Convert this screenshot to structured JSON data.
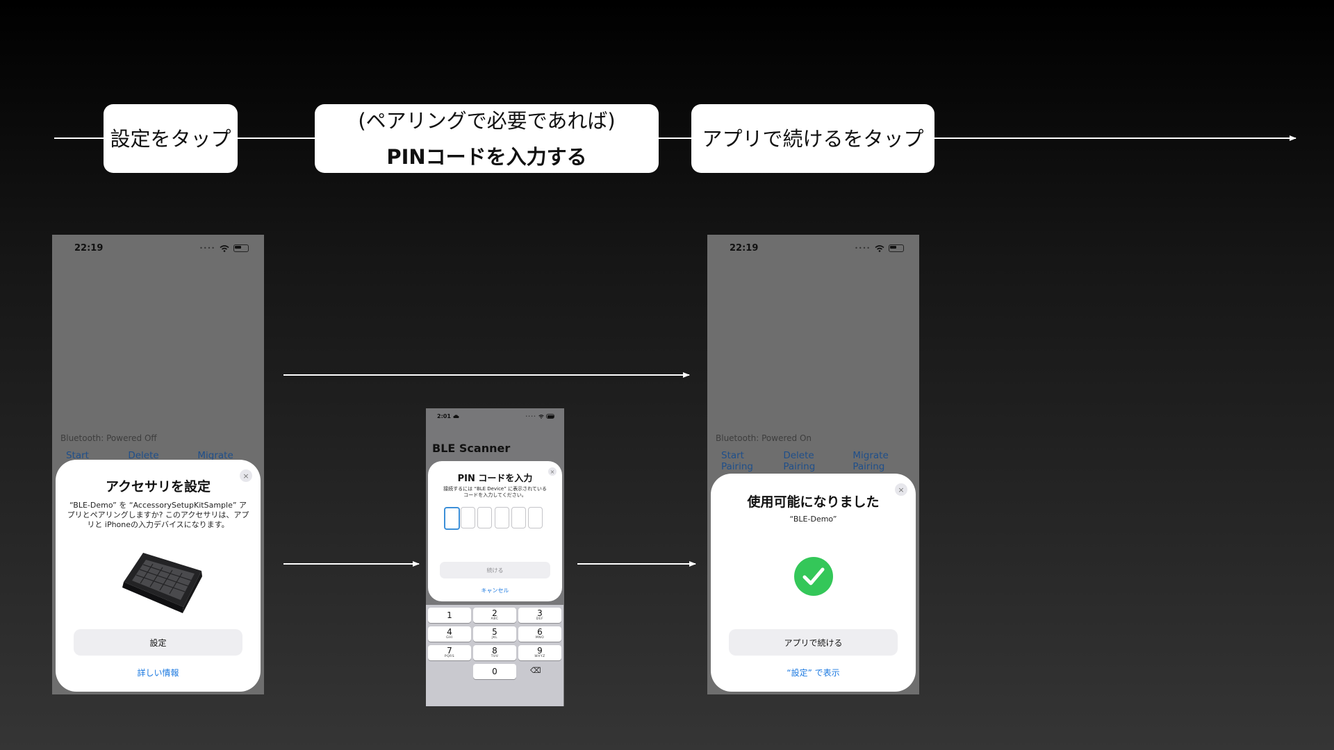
{
  "steps": [
    {
      "label": "設定をタップ"
    },
    {
      "line1": "(ペアリングで必要であれば)",
      "line2": "PINコードを入力する"
    },
    {
      "label": "アプリで続けるをタップ"
    }
  ],
  "screen1": {
    "time": "22:19",
    "bluetooth_status": "Bluetooth: Powered Off",
    "links": [
      "Start Pairing",
      "Delete Pairing",
      "Migrate Pairing"
    ],
    "sheet": {
      "title": "アクセサリを設定",
      "description": "“BLE-Demo” を “AccessorySetupKitSample” アプリとペアリングしますか? このアクセサリは、アプリと iPhoneの入力デバイスになります。",
      "primary_button": "設定",
      "secondary_link": "詳しい情報",
      "close": "×",
      "image_icon": "keyboard-icon"
    }
  },
  "screen2": {
    "time": "2:01",
    "app_title": "BLE Scanner",
    "sheet": {
      "title": "PIN コードを入力",
      "description": "接続するには “BLE Device” に表示されているコードを入力してください。",
      "pin_length": 6,
      "primary_button": "続ける",
      "secondary_link": "キャンセル",
      "close": "×"
    },
    "keypad": [
      {
        "num": "1",
        "letters": ""
      },
      {
        "num": "2",
        "letters": "ABC"
      },
      {
        "num": "3",
        "letters": "DEF"
      },
      {
        "num": "4",
        "letters": "GHI"
      },
      {
        "num": "5",
        "letters": "JKL"
      },
      {
        "num": "6",
        "letters": "MNO"
      },
      {
        "num": "7",
        "letters": "PQRS"
      },
      {
        "num": "8",
        "letters": "TUV"
      },
      {
        "num": "9",
        "letters": "WXYZ"
      },
      {
        "num": "0",
        "letters": ""
      }
    ],
    "delete_icon": "⌫"
  },
  "screen3": {
    "time": "22:19",
    "bluetooth_status": "Bluetooth: Powered On",
    "links": [
      "Start Pairing",
      "Delete Pairing",
      "Migrate Pairing"
    ],
    "sheet": {
      "title": "使用可能になりました",
      "subtitle": "“BLE-Demo”",
      "primary_button": "アプリで続ける",
      "secondary_link": "“設定” で表示",
      "close": "×",
      "status_icon": "checkmark-icon"
    }
  },
  "colors": {
    "success_green": "#34c759",
    "link_blue": "#1a78e0",
    "pin_active": "#3c8fd8"
  }
}
